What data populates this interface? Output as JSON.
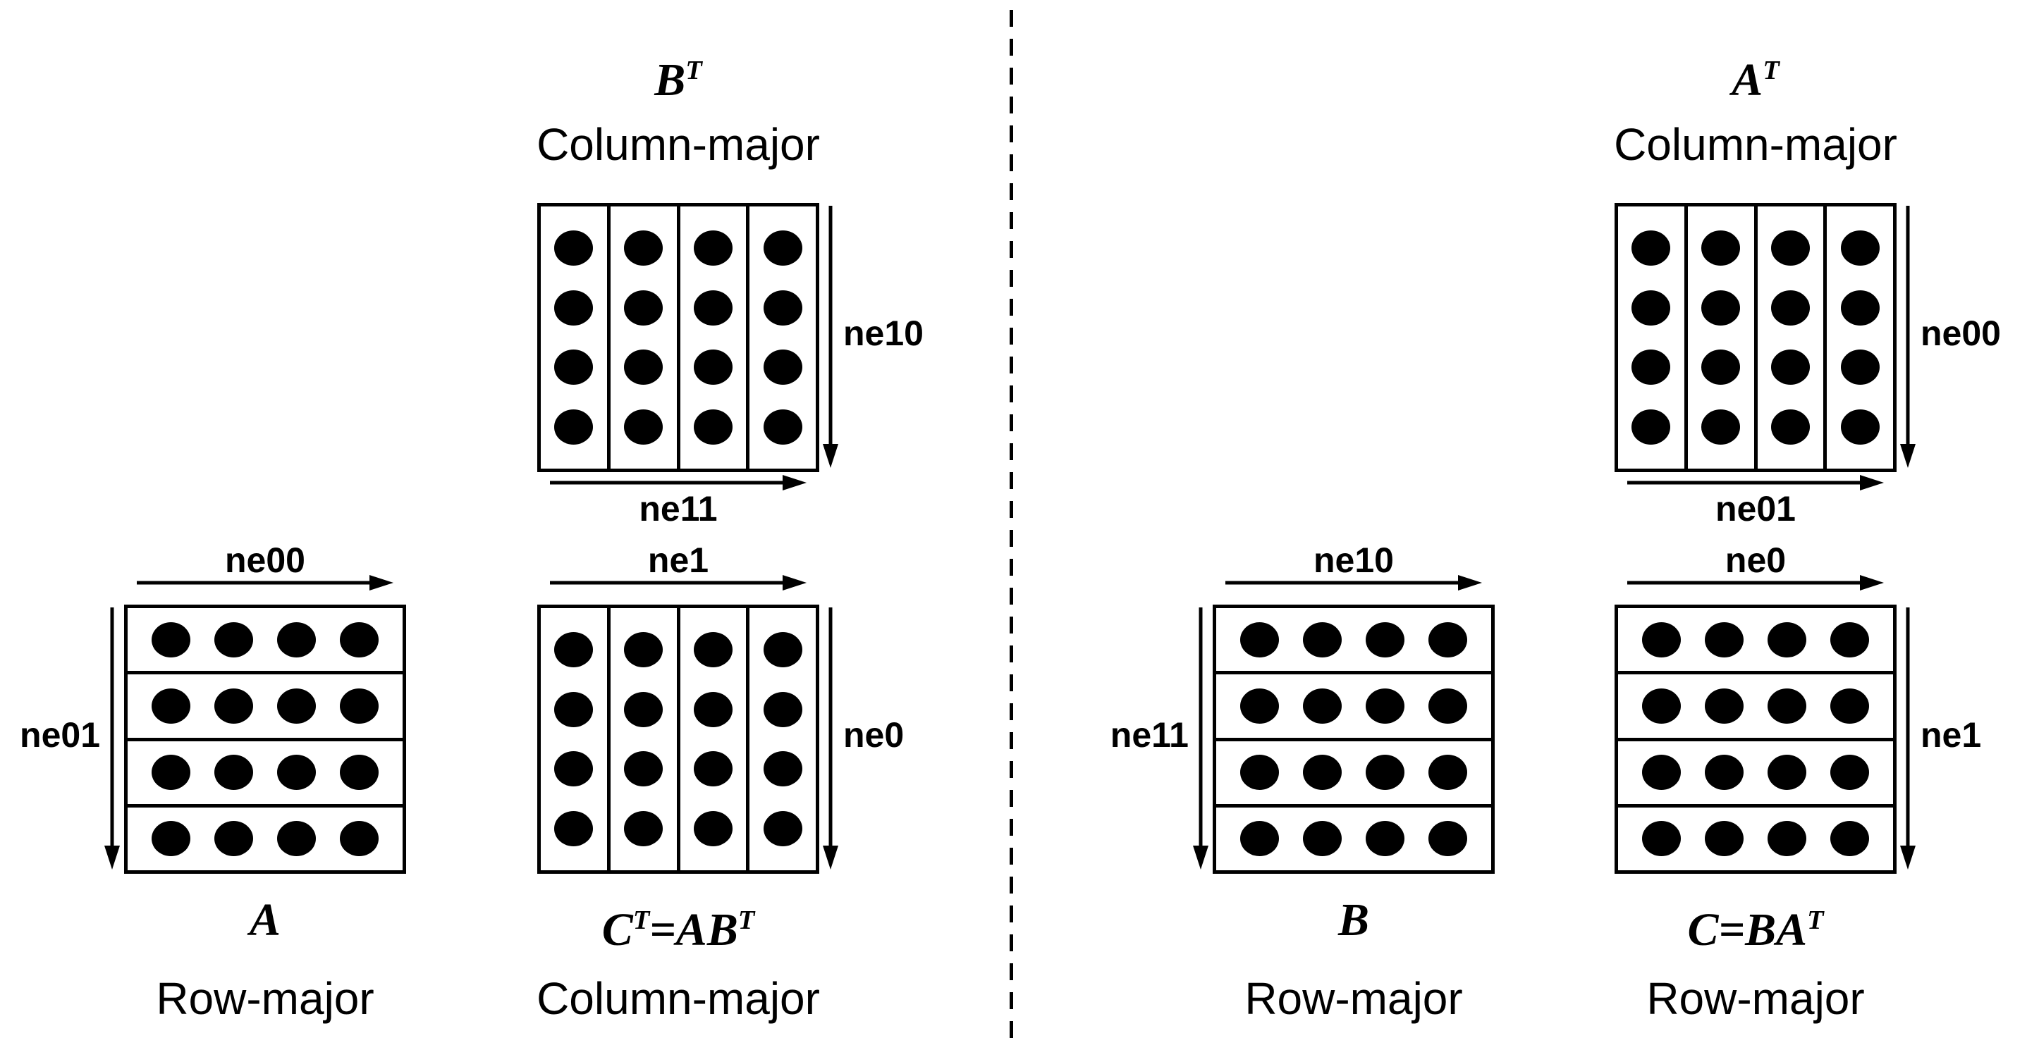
{
  "figure": {
    "grid": {
      "rows": 4,
      "cols": 4
    },
    "colors": {
      "ink": "#000000",
      "background": "#ffffff"
    }
  },
  "matrices": {
    "bt": {
      "math": [
        {
          "t": "B"
        },
        {
          "s": "T"
        }
      ],
      "storage": "Column-major",
      "orientation": "column-major",
      "arrow_right": "ne10",
      "arrow_bottom": "ne11"
    },
    "a": {
      "math": [
        {
          "t": "A"
        }
      ],
      "storage": "Row-major",
      "orientation": "row-major",
      "arrow_top": "ne00",
      "arrow_left": "ne01"
    },
    "ct": {
      "math": [
        {
          "t": "C"
        },
        {
          "s": "T"
        },
        {
          "t": "=AB"
        },
        {
          "s": "T"
        }
      ],
      "storage": "Column-major",
      "orientation": "column-major",
      "arrow_top": "ne1",
      "arrow_right": "ne0"
    },
    "at": {
      "math": [
        {
          "t": "A"
        },
        {
          "s": "T"
        }
      ],
      "storage": "Column-major",
      "orientation": "column-major",
      "arrow_right": "ne00",
      "arrow_bottom": "ne01"
    },
    "b": {
      "math": [
        {
          "t": "B"
        }
      ],
      "storage": "Row-major",
      "orientation": "row-major",
      "arrow_top": "ne10",
      "arrow_left": "ne11"
    },
    "c": {
      "math": [
        {
          "t": "C=BA"
        },
        {
          "s": "T"
        }
      ],
      "storage": "Row-major",
      "orientation": "row-major",
      "arrow_top": "ne0",
      "arrow_right": "ne1"
    }
  }
}
